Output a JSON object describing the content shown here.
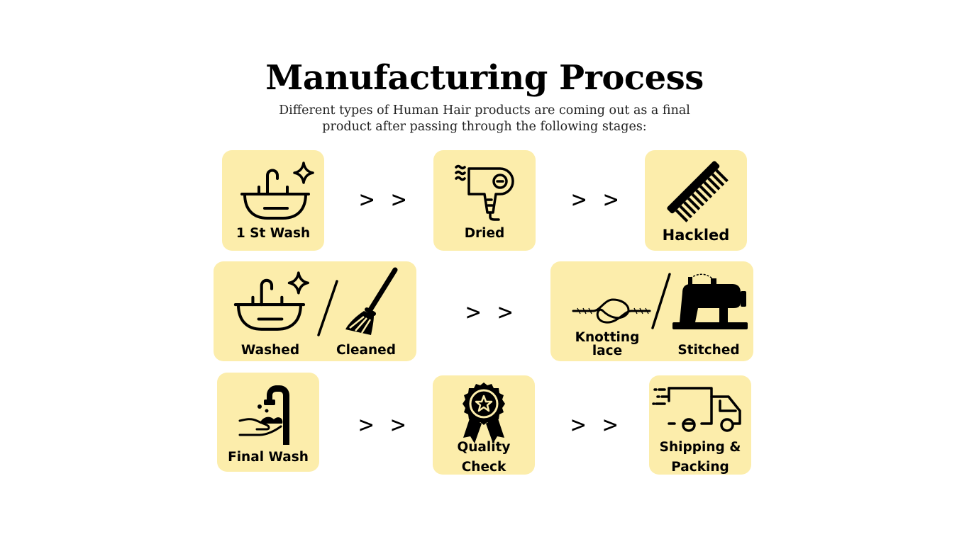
{
  "title": "Manufacturing Process",
  "subtitle": "Different types of Human Hair products are coming out as a final product after passing through the following stages:",
  "arrow_text": ">>",
  "card_color": "#fcedab",
  "stages": {
    "first_wash": {
      "label": "1 St Wash",
      "icon": "sink-icon"
    },
    "dried": {
      "label": "Dried",
      "icon": "hair-dryer-icon"
    },
    "hackled": {
      "label": "Hackled",
      "icon": "comb-icon"
    },
    "washed": {
      "label": "Washed",
      "icon": "sink-icon"
    },
    "cleaned": {
      "label": "Cleaned",
      "icon": "broom-icon"
    },
    "knotting": {
      "label": "Knotting lace",
      "icon": "knot-icon"
    },
    "stitched": {
      "label": "Stitched",
      "icon": "sewing-machine-icon"
    },
    "final_wash": {
      "label": "Final Wash",
      "icon": "hand-wash-icon"
    },
    "quality": {
      "label": "Quality Check",
      "icon": "quality-badge-icon"
    },
    "shipping": {
      "label": "Shipping & Packing",
      "icon": "delivery-truck-icon"
    }
  }
}
